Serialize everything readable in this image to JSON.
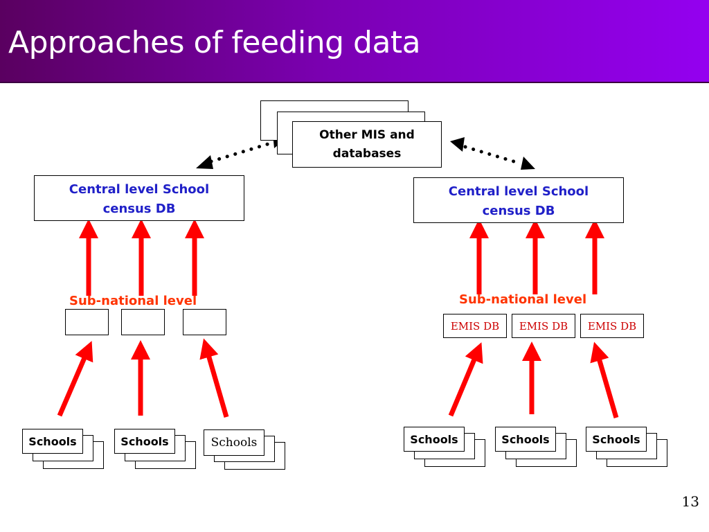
{
  "slide": {
    "title": "Approaches of feeding data",
    "page_number": "13"
  },
  "top": {
    "mis_label": "Other MIS and databases"
  },
  "left": {
    "central_label": "Central level School census DB",
    "subnational_label": "Sub-national level",
    "schools": [
      "Schools",
      "Schools",
      "Schools"
    ]
  },
  "right": {
    "central_label": "Central level School census DB",
    "subnational_label": "Sub-national level",
    "emis_boxes": [
      "EMIS DB",
      "EMIS DB",
      "EMIS DB"
    ],
    "schools": [
      "Schools",
      "Schools",
      "Schools"
    ]
  },
  "colors": {
    "title_gradient_start": "#5a0060",
    "title_gradient_end": "#9400f0",
    "arrow_red": "#ff0000",
    "central_text": "#2020c8",
    "subnational_text": "#ff3300",
    "emis_text": "#cc0000"
  }
}
